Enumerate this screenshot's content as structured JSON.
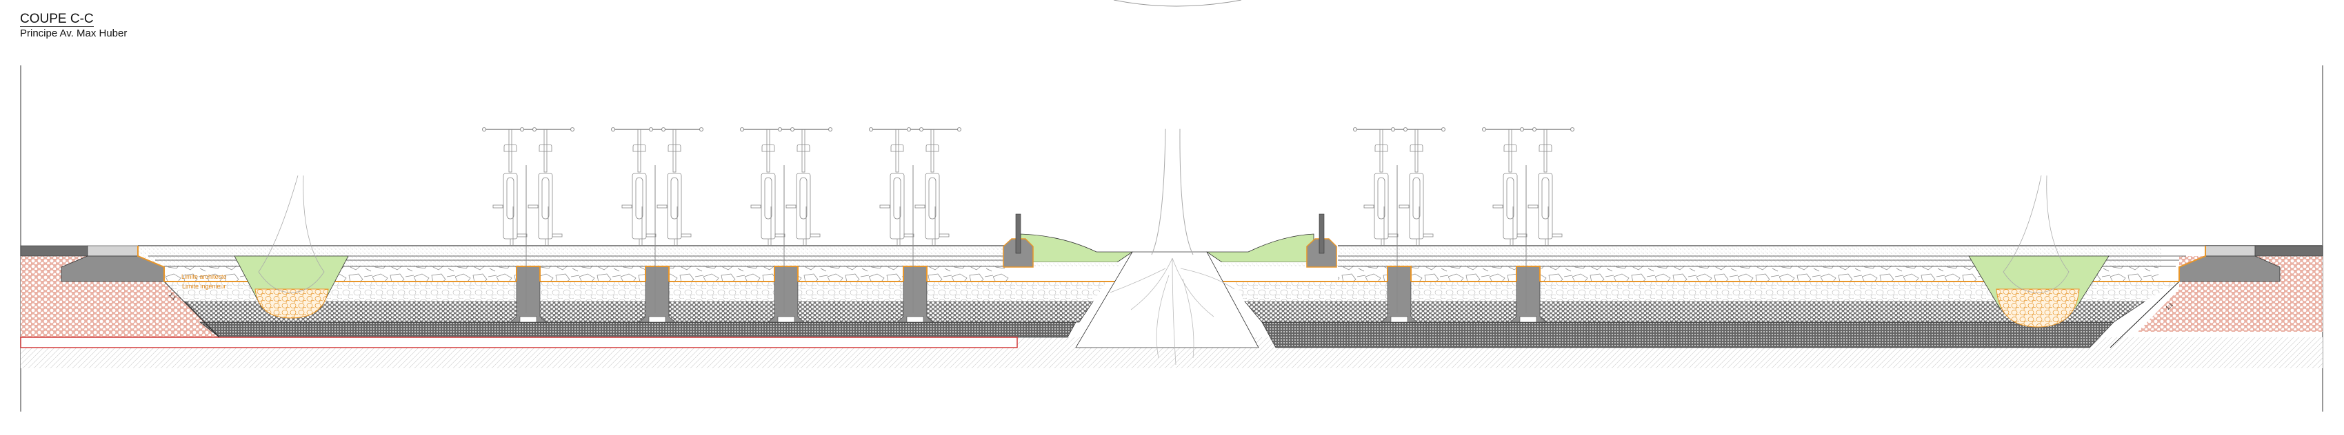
{
  "header": {
    "title": "COUPE C-C",
    "subtitle": "Principe Av. Max Huber"
  },
  "annotations": {
    "limit_architect": "Limite architecte",
    "limit_engineer": "Limite ingénieur",
    "slope_left": "1:1",
    "slope_right": "1:1"
  },
  "colors": {
    "limit_line": "#e8962a",
    "planting": "#c9e8a8",
    "concrete": "#8f8f8f",
    "curb_light": "#d4d4d4",
    "curb_dark": "#6e6e6e",
    "existing_soil": "#e8a090",
    "red_limit": "#d23a3a"
  },
  "bike_racks": {
    "left_group_count": 4,
    "right_group_count": 2,
    "bikes_per_rack": 2
  }
}
